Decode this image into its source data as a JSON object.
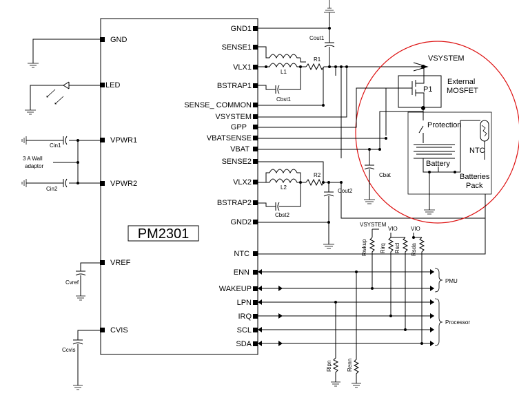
{
  "chip": {
    "name": "PM2301",
    "left_pins": [
      "GND",
      "LED",
      "VPWR1",
      "VPWR2",
      "VREF",
      "CVIS"
    ],
    "right_pins": [
      "GND1",
      "SENSE1",
      "VLX1",
      "BSTRAP1",
      "SENSE_ COMMON",
      "VSYSTEM",
      "GPP",
      "VBATSENSE",
      "VBAT",
      "SENSE2",
      "VLX2",
      "BSTRAP2",
      "GND2",
      "NTC",
      "ENN",
      "WAKEUP",
      "LPN",
      "IRQ",
      "SCL",
      "SDA"
    ]
  },
  "components": {
    "cin1": "Cin1",
    "cin2": "Cin2",
    "cvref": "Cvref",
    "ccvis": "Ccvis",
    "cout1": "Cout1",
    "cout2": "Cout2",
    "l1": "L1",
    "l2": "L2",
    "r1": "R1",
    "r2": "R2",
    "cbst1": "Cbst1",
    "cbst2": "Cbst2",
    "cbat": "Cbat",
    "p1": "P1",
    "rwkup": "Rwkup",
    "rirq": "Rirq",
    "rscl": "Rscl",
    "rsda": "Rsda",
    "rlpn": "Rlpn",
    "renn": "Renn"
  },
  "labels": {
    "wall_adaptor_line1": "3 A Wall",
    "wall_adaptor_line2": "adaptor",
    "vsystem_top": "VSYSTEM",
    "ext_mosfet_line1": "External",
    "ext_mosfet_line2": "MOSFET",
    "protection": "Protection",
    "battery": "Battery",
    "ntc": "NTC",
    "batteries_pack_line1": "Batteries",
    "batteries_pack_line2": "Pack",
    "vsystem_pullup": "VSYSTEM",
    "vio1": "VIO",
    "vio2": "VIO",
    "pmu": "PMU",
    "processor": "Processor"
  }
}
